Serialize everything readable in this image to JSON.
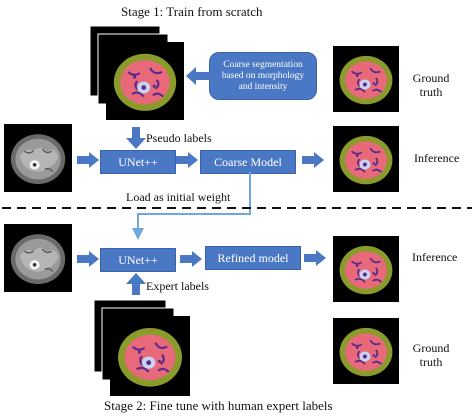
{
  "stage1": {
    "title": "Stage 1: Train from scratch",
    "coarse_seg": "Coarse segmentation based on morphology and intensity",
    "pseudo_labels": "Pseudo labels",
    "unet": "UNet++",
    "coarse_model": "Coarse Model",
    "load_weight": "Load as initial weight",
    "ground_truth": "Ground truth",
    "inference": "Inference"
  },
  "stage2": {
    "title": "Stage 2: Fine tune with  human expert labels",
    "unet": "UNet++",
    "refined_model": "Refined model",
    "expert_labels": "Expert labels",
    "inference": "Inference",
    "ground_truth": "Ground truth"
  },
  "colors": {
    "box_fill": "#4a78c4",
    "arrow": "#4a78c4",
    "connector": "#6fa8dc",
    "tissue_outer": "#8a9a2b",
    "muscle": "#e86a7a",
    "fat_vessels": "#5a2a8a",
    "bone": "#c8d4f0"
  }
}
